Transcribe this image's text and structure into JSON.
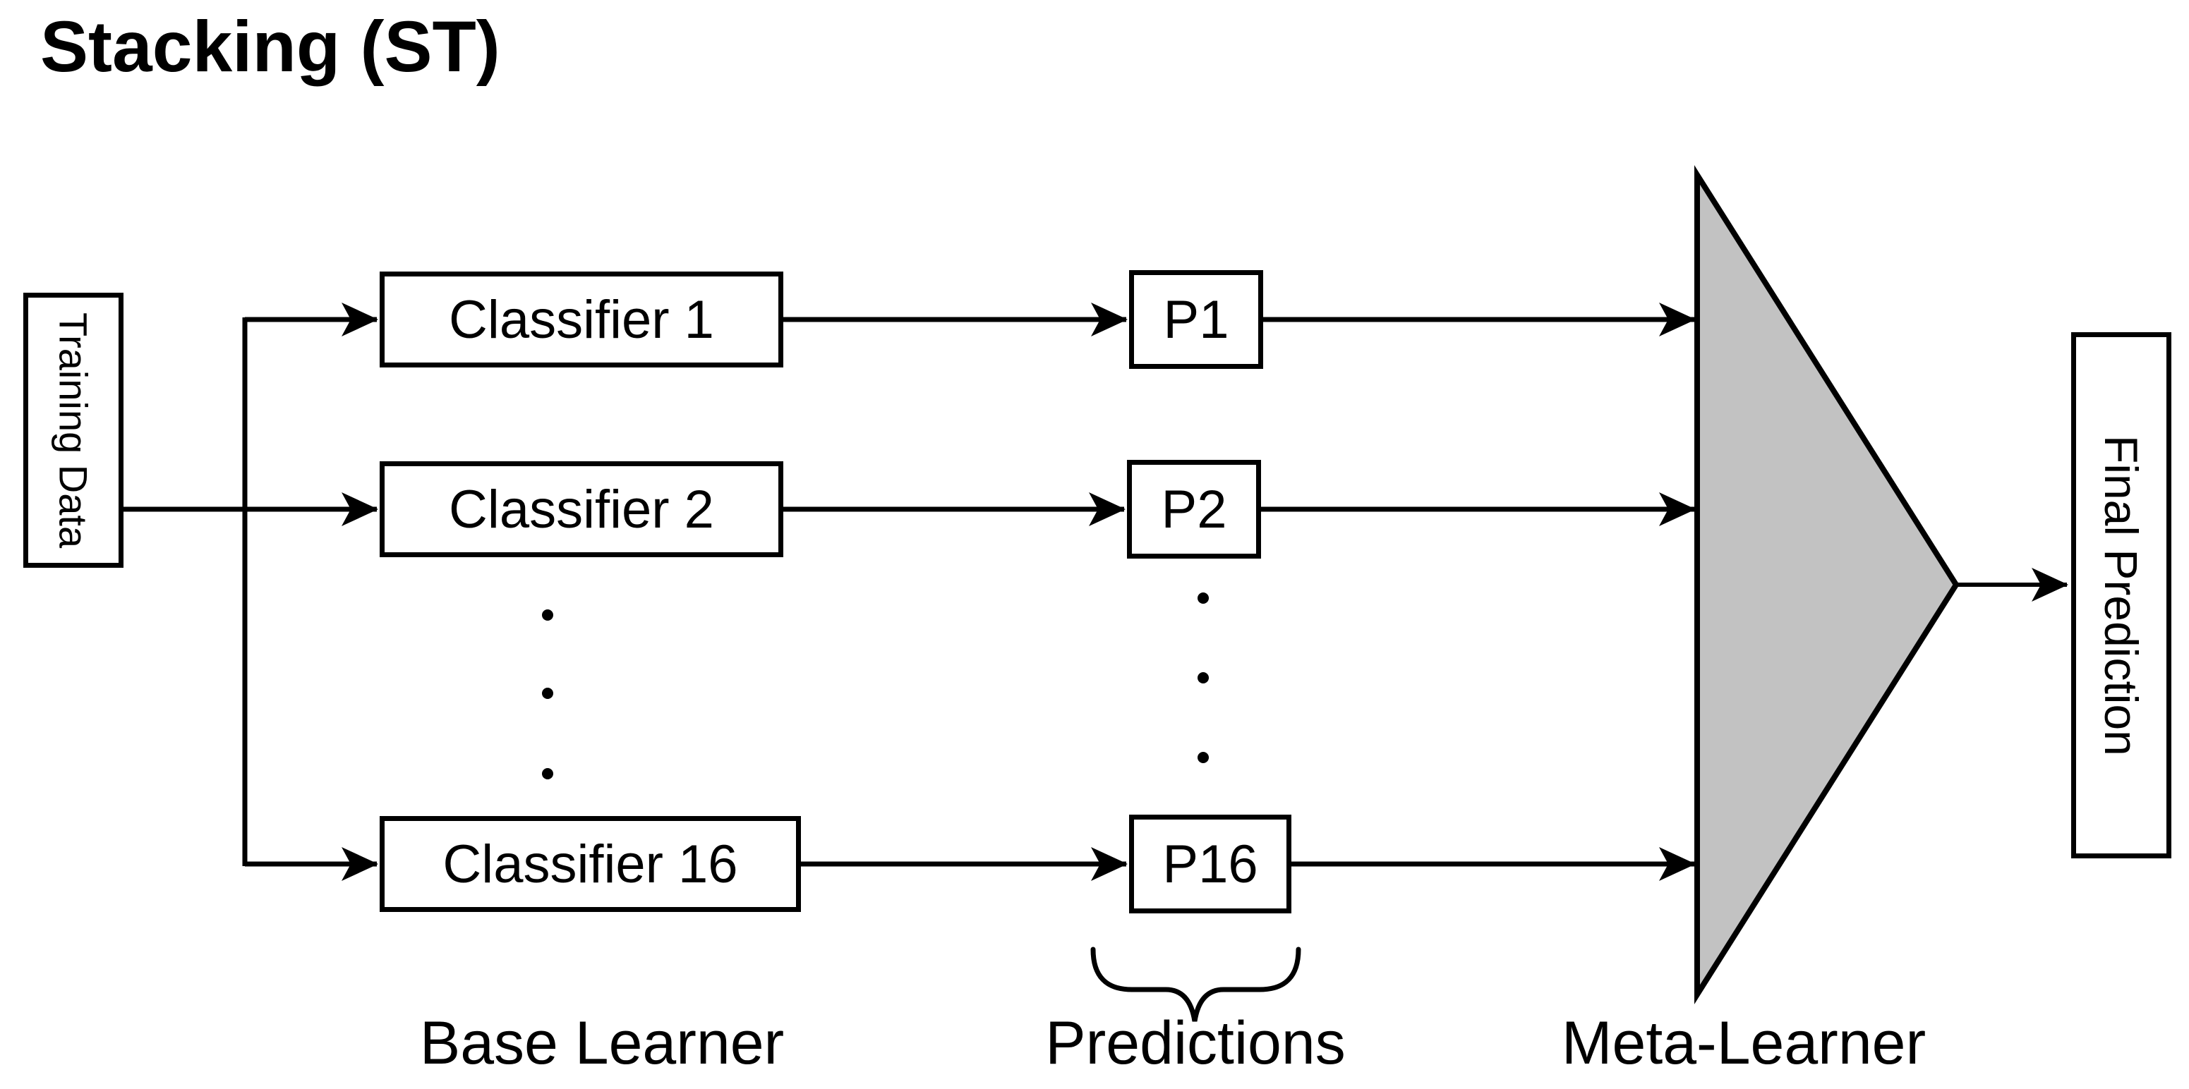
{
  "title": "Stacking (ST)",
  "nodes": {
    "training_data": "Training Data",
    "classifiers": [
      "Classifier 1",
      "Classifier 2",
      "Classifier 16"
    ],
    "predictions": [
      "P1",
      "P2",
      "P16"
    ],
    "final_prediction": "Final Prediction"
  },
  "group_labels": {
    "base_learner": "Base Learner",
    "predictions": "Predictions",
    "meta_learner": "Meta-Learner"
  },
  "icons": {
    "meta_learner_shape": "right-pointing-triangle",
    "classifier_ellipsis": "vertical-ellipsis-dots",
    "prediction_ellipsis": "vertical-ellipsis-dots",
    "predictions_brace": "curly-underbrace",
    "connector_ends": "arrowhead"
  },
  "colors": {
    "background": "#ffffff",
    "line": "#000000",
    "triangle_fill": "#c2c2c2",
    "text": "#000000"
  }
}
